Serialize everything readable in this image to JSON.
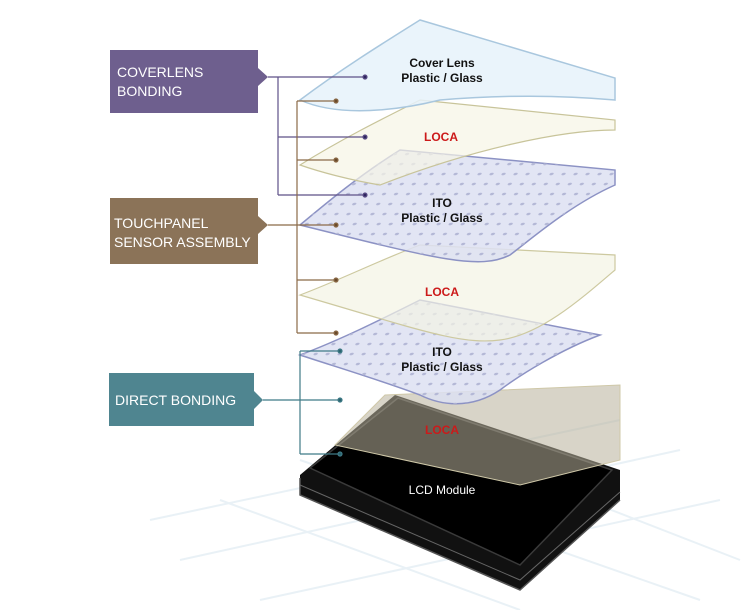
{
  "groups": {
    "coverlens": {
      "line1": "COVERLENS",
      "line2": "BONDING",
      "color": "#6e5f8e"
    },
    "touchpanel": {
      "line1": "TOUCHPANEL",
      "line2": "SENSOR ASSEMBLY",
      "color": "#8b7358"
    },
    "direct": {
      "line1": "DIRECT BONDING",
      "color": "#4f8590"
    }
  },
  "layers": {
    "cover_lens": {
      "line1": "Cover Lens",
      "line2": "Plastic / Glass"
    },
    "loca1": {
      "label": "LOCA"
    },
    "ito1": {
      "line1": "ITO",
      "line2": "Plastic / Glass"
    },
    "loca2": {
      "label": "LOCA"
    },
    "ito2": {
      "line1": "ITO",
      "line2": "Plastic / Glass"
    },
    "loca3": {
      "label": "LOCA"
    },
    "lcd": {
      "label": "LCD Module"
    }
  },
  "colors": {
    "loca_text": "#cc1a1a"
  }
}
